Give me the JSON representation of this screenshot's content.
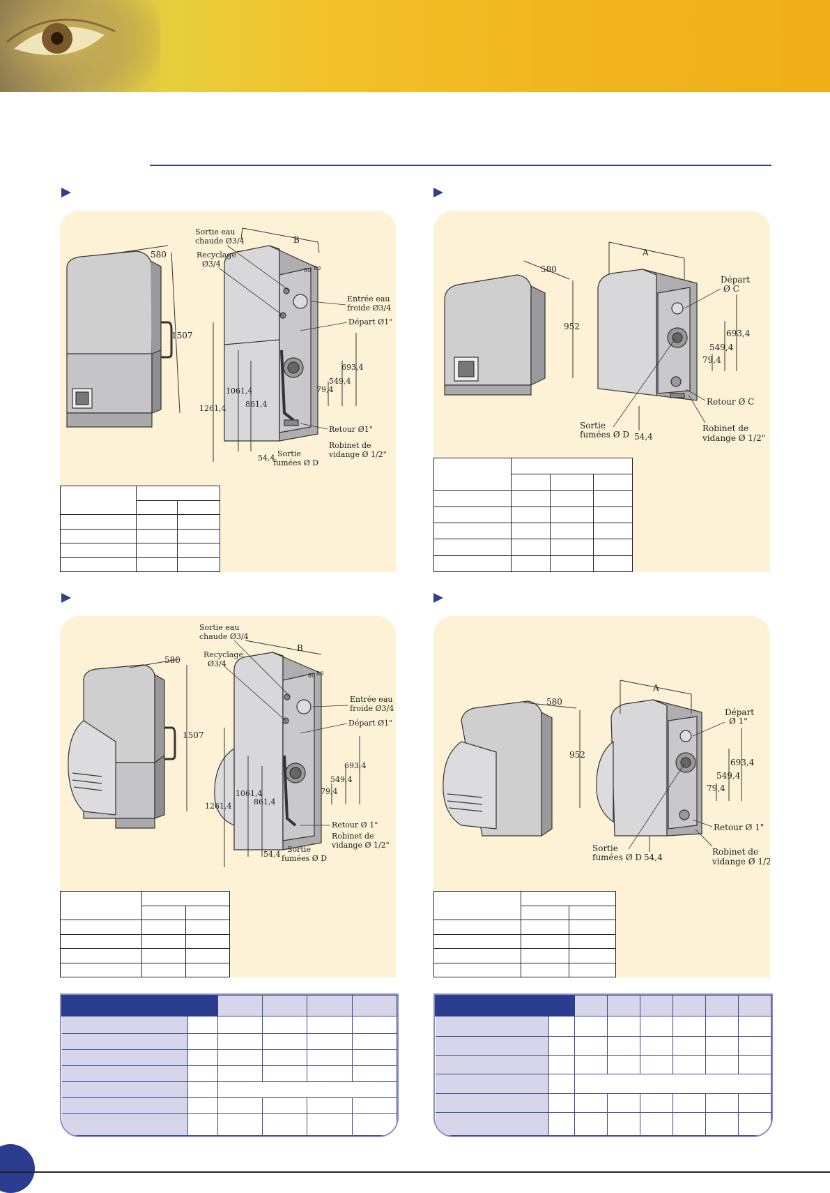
{
  "colors": {
    "accent": "#2e3f8f",
    "panel": "#fdf1d6",
    "banner": "#f2b51f",
    "header_cell": "#2b3d8f",
    "label_cell": "#d6d5ea"
  },
  "fig_tl": {
    "dim_580": "580",
    "dim_1507": "1507",
    "dim_B": "B",
    "sortie_eau_1": "Sortie eau",
    "sortie_eau_2": "chaude Ø3/4",
    "recyclage_1": "Recyclage",
    "recyclage_2": "Ø3/4",
    "dim_80": "80",
    "dim_80b": "80",
    "entree_1": "Entrée eau",
    "entree_2": "froide Ø3/4",
    "depart": "Départ Ø1\"",
    "dim_693": "693,4",
    "dim_549": "549,4",
    "dim_79": "79,4",
    "dim_1061": "1061,4",
    "dim_861": "861,4",
    "dim_1261": "1261,4",
    "retour": "Retour Ø1\"",
    "robinet_1": "Robinet de",
    "robinet_2": "vidange Ø 1/2\"",
    "dim_54": "54,4",
    "sortie_f_1": "Sortie",
    "sortie_f_2": "fumées Ø D"
  },
  "fig_tr": {
    "dim_580": "580",
    "dim_952": "952",
    "dim_A": "A",
    "depart_1": "Départ",
    "depart_2": "Ø C",
    "dim_693": "693,4",
    "dim_549": "549,4",
    "dim_79": "79,4",
    "retour": "Retour Ø C",
    "sortie_f_1": "Sortie",
    "sortie_f_2": "fumées Ø D",
    "dim_54": "54,4",
    "robinet_1": "Robinet de",
    "robinet_2": "vidange Ø 1/2\""
  },
  "fig_bl": {
    "dim_580": "580",
    "dim_1507": "1507",
    "dim_B": "B",
    "sortie_eau_1": "Sortie eau",
    "sortie_eau_2": "chaude Ø3/4",
    "recyclage_1": "Recyclage",
    "recyclage_2": "Ø3/4",
    "dim_80": "80",
    "dim_80b": "80",
    "entree_1": "Entrée eau",
    "entree_2": "froide Ø3/4",
    "depart": "Départ Ø1\"",
    "dim_693": "693,4",
    "dim_549": "549,4",
    "dim_79": "79,4",
    "dim_1061": "1061,4",
    "dim_861": "861,4",
    "dim_1261": "1261,4",
    "retour": "Retour Ø 1\"",
    "robinet_1": "Robinet de",
    "robinet_2": "vidange Ø 1/2\"",
    "dim_54": "54,4",
    "sortie_f_1": "Sortie",
    "sortie_f_2": "fumées Ø D"
  },
  "fig_br": {
    "dim_580": "580",
    "dim_952": "952",
    "dim_A": "A",
    "depart_1": "Départ",
    "depart_2": "Ø 1\"",
    "dim_693": "693,4",
    "dim_549": "549,4",
    "dim_79": "79,4",
    "retour": "Retour Ø 1\"",
    "sortie_f_1": "Sortie",
    "sortie_f_2": "fumées Ø D",
    "dim_54": "54,4",
    "robinet_1": "Robinet de",
    "robinet_2": "vidange Ø 1/2"
  }
}
